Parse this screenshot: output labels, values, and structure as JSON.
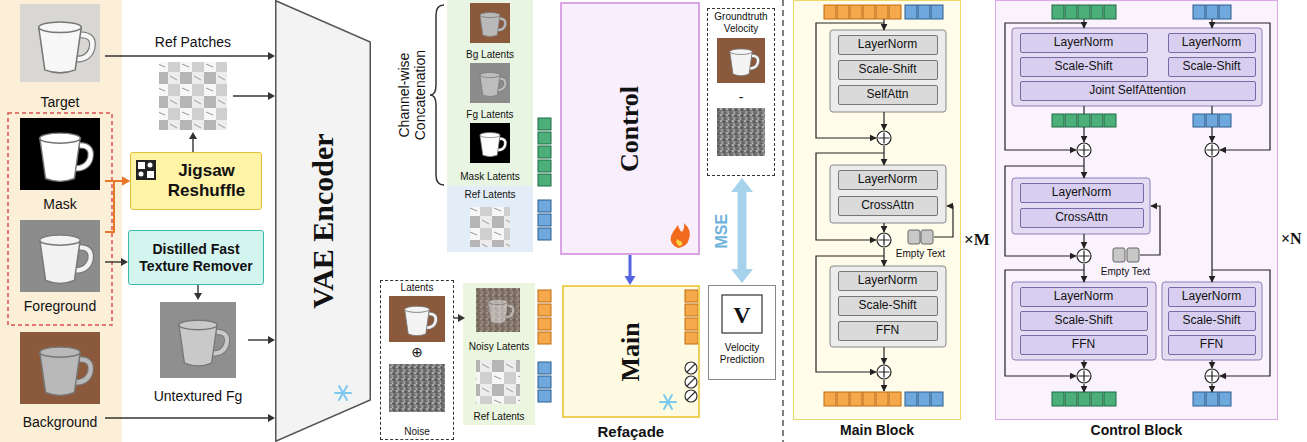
{
  "diagram": {
    "nodes": [
      {
        "text": [
          "Target"
        ]
      },
      {
        "text": [
          "Mask"
        ]
      },
      {
        "text": [
          "Foreground"
        ]
      },
      {
        "text": [
          "Background"
        ]
      },
      {
        "text": [
          "Ref Patches"
        ]
      },
      {
        "text": [
          "Jigsaw Reshuffle"
        ]
      },
      {
        "text": [
          "Distilled Fast Texture Remover"
        ]
      },
      {
        "text": [
          "Untextured Fg"
        ]
      },
      {
        "text": [
          "VAE Encoder"
        ]
      },
      {
        "text": [
          "Bg Latents"
        ]
      },
      {
        "text": [
          "Fg Latents"
        ]
      },
      {
        "text": [
          "Mask Latents"
        ]
      },
      {
        "text": [
          "Ref Latents"
        ]
      },
      {
        "text": [
          "Control"
        ]
      },
      {
        "text": [
          "Groundtruth Velocity",
          "-"
        ]
      },
      {
        "text": [
          "Latents",
          "⊕",
          "Noise"
        ]
      },
      {
        "text": [
          "Noisy Latents"
        ]
      },
      {
        "text": [
          "Ref Latents"
        ]
      },
      {
        "text": [
          "Main"
        ]
      },
      {
        "text": [
          "V",
          "Velocity Prediction"
        ]
      },
      {
        "text": [
          "Main Block"
        ]
      },
      {
        "text": [
          "LayerNorm"
        ],
        "in": 20
      },
      {
        "text": [
          "Scale-Shift"
        ],
        "in": 20
      },
      {
        "text": [
          "SelfAttn"
        ],
        "in": 20
      },
      {
        "text": [
          "LayerNorm"
        ],
        "in": 20
      },
      {
        "text": [
          "CrossAttn"
        ],
        "in": 20
      },
      {
        "text": [
          "Empty Text"
        ],
        "in": 20
      },
      {
        "text": [
          "LayerNorm"
        ],
        "in": 20
      },
      {
        "text": [
          "Scale-Shift"
        ],
        "in": 20
      },
      {
        "text": [
          "FFN"
        ],
        "in": 20
      },
      {
        "text": [
          "Control Block"
        ]
      },
      {
        "text": [
          "LayerNorm"
        ],
        "in": 30
      },
      {
        "text": [
          "LayerNorm"
        ],
        "in": 30
      },
      {
        "text": [
          "Scale-Shift"
        ],
        "in": 30
      },
      {
        "text": [
          "Scale-Shift"
        ],
        "in": 30
      },
      {
        "text": [
          "Joint SelfAttention"
        ],
        "in": 30
      },
      {
        "text": [
          "LayerNorm"
        ],
        "in": 30
      },
      {
        "text": [
          "CrossAttn"
        ],
        "in": 30
      },
      {
        "text": [
          "Empty Text"
        ],
        "in": 30
      },
      {
        "text": [
          "LayerNorm"
        ],
        "in": 30
      },
      {
        "text": [
          "LayerNorm"
        ],
        "in": 30
      },
      {
        "text": [
          "Scale-Shift"
        ],
        "in": 30
      },
      {
        "text": [
          "Scale-Shift"
        ],
        "in": 30
      },
      {
        "text": [
          "FFN"
        ],
        "in": 30
      },
      {
        "text": [
          "FFN"
        ],
        "in": 30
      }
    ],
    "edges": [
      {
        "from": 0,
        "to": 8,
        "arrow": "to"
      },
      {
        "from": 4,
        "to": 8,
        "arrow": "to"
      },
      {
        "from": 7,
        "to": 8,
        "arrow": "to"
      },
      {
        "from": 3,
        "to": 8,
        "arrow": "to"
      },
      {
        "from": 1,
        "to": 5,
        "arrow": "to"
      },
      {
        "from": 2,
        "to": 5,
        "arrow": "to"
      },
      {
        "from": 2,
        "to": 6,
        "arrow": "to"
      },
      {
        "from": 6,
        "to": 7,
        "arrow": "to"
      },
      {
        "from": 5,
        "to": 4,
        "arrow": "to"
      },
      {
        "from": 13,
        "to": 18,
        "arrow": "to"
      },
      {
        "from": 15,
        "to": 16,
        "arrow": "to"
      },
      {
        "from": 19,
        "to": 14,
        "arrow": "both",
        "label": "MSE"
      }
    ],
    "labels": [
      "Channel-wise Concatenation",
      "Refaçade",
      "×M",
      "×N"
    ]
  }
}
